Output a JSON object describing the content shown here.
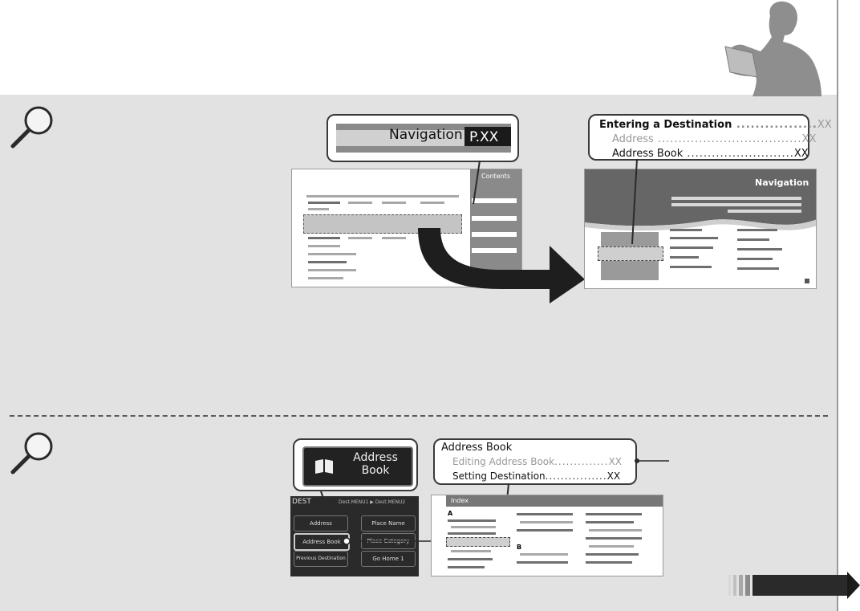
{
  "section1": {
    "callout_label": "Navigation",
    "callout_page": "P.XX",
    "contents_tab": "Contents",
    "toc": {
      "heading": "Entering a Destination",
      "heading_page": "XX",
      "sub1": "Address",
      "sub1_page": "XX",
      "sub2": "Address Book",
      "sub2_page": "XX"
    },
    "chapter_title": "Navigation"
  },
  "section2": {
    "screen_button": "Address Book",
    "screen_title": "DEST",
    "screen_breadcrumb_1": "Dest.MENU1",
    "screen_breadcrumb_2": "Dest.MENU2",
    "menu": [
      "Address",
      "Place Name",
      "Address Book",
      "Place Category",
      "Previous Destination",
      "Go Home 1"
    ],
    "index": {
      "title": "Address Book",
      "row1": "Editing Address Book",
      "row1_page": "XX",
      "row2": "Setting Destination",
      "row2_page": "XX",
      "tab": "Index",
      "letter_a": "A",
      "letter_b": "B"
    }
  }
}
